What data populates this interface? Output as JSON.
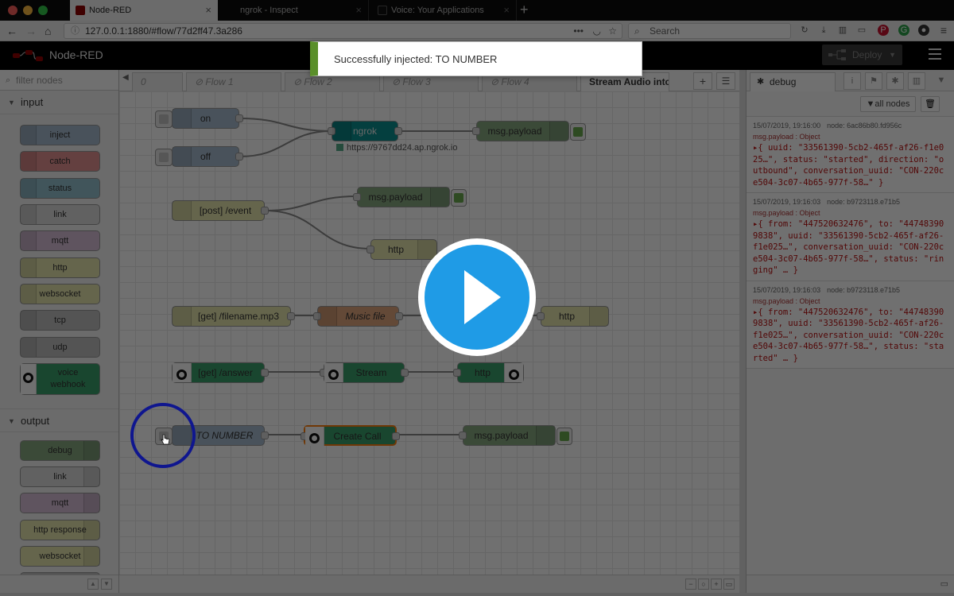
{
  "browser": {
    "tabs": [
      {
        "label": "Node-RED",
        "active": true
      },
      {
        "label": "ngrok - Inspect",
        "active": false
      },
      {
        "label": "Voice: Your Applications",
        "active": false
      }
    ],
    "url": "127.0.0.1:1880/#flow/77d2ff47.3a286",
    "search_placeholder": "Search"
  },
  "header": {
    "title": "Node-RED",
    "deploy_label": "Deploy"
  },
  "notification": "Successfully injected: TO NUMBER",
  "palette": {
    "filter_placeholder": "filter nodes",
    "categories": {
      "input": "input",
      "output": "output"
    },
    "input_nodes": [
      "inject",
      "catch",
      "status",
      "link",
      "mqtt",
      "http",
      "websocket",
      "tcp",
      "udp",
      "voice webhook"
    ],
    "output_nodes": [
      "debug",
      "link",
      "mqtt",
      "http response",
      "websocket"
    ]
  },
  "workspace": {
    "tabs": [
      "0",
      "Flow 1",
      "Flow 2",
      "Flow 3",
      "Flow 4",
      "Stream Audio into a"
    ],
    "nodes": {
      "on": "on",
      "off": "off",
      "ngrok": "ngrok",
      "ngrok_status": "https://9767dd24.ap.ngrok.io",
      "msg_payload_1": "msg.payload",
      "post_event": "[post] /event",
      "msg_payload_2": "msg.payload",
      "http_1": "http",
      "get_filename": "[get] /filename.mp3",
      "music_file": "Music file",
      "http_2": "http",
      "get_answer": "[get] /answer",
      "stream": "Stream",
      "http_3": "http",
      "to_number": "TO NUMBER",
      "create_call": "Create Call",
      "msg_payload_3": "msg.payload"
    }
  },
  "sidebar": {
    "tab_label": "debug",
    "filter_label": "all nodes",
    "messages": [
      {
        "time": "15/07/2019, 19:16:00",
        "node": "node: 6ac86b80.fd956c",
        "topic": "msg.payload : Object",
        "body": "▸{ uuid: \"33561390-5cb2-465f-af26-f1e025…\", status: \"started\", direction: \"outbound\", conversation_uuid: \"CON-220ce504-3c07-4b65-977f-58…\" }"
      },
      {
        "time": "15/07/2019, 19:16:03",
        "node": "node: b9723118.e71b5",
        "topic": "msg.payload : Object",
        "body": "▸{ from: \"447520632476\", to: \"447483909838\", uuid: \"33561390-5cb2-465f-af26-f1e025…\", conversation_uuid: \"CON-220ce504-3c07-4b65-977f-58…\", status: \"ringing\" … }"
      },
      {
        "time": "15/07/2019, 19:16:03",
        "node": "node: b9723118.e71b5",
        "topic": "msg.payload : Object",
        "body": "▸{ from: \"447520632476\", to: \"447483909838\", uuid: \"33561390-5cb2-465f-af26-f1e025…\", conversation_uuid: \"CON-220ce504-3c07-4b65-977f-58…\", status: \"started\" … }"
      }
    ]
  },
  "colors": {
    "inject": "#a6bbcf",
    "catch": "#e49191",
    "status": "#94c1d0",
    "debug": "#87a980",
    "http": "#e7e7ae",
    "voice": "#3aa06c",
    "ngrok": "#0b8f8f",
    "music_file": "#e2a77d",
    "play_button": "#1f9be6",
    "notification_accent": "#5a8f2a"
  },
  "icons": [
    "close-icon",
    "back-arrow-icon",
    "forward-arrow-icon",
    "home-icon",
    "info-icon",
    "menu-icon",
    "search-icon",
    "deploy-icon",
    "play-icon",
    "filter-icon",
    "trash-icon",
    "debug-icon",
    "arrow-icon",
    "voice-icon"
  ]
}
